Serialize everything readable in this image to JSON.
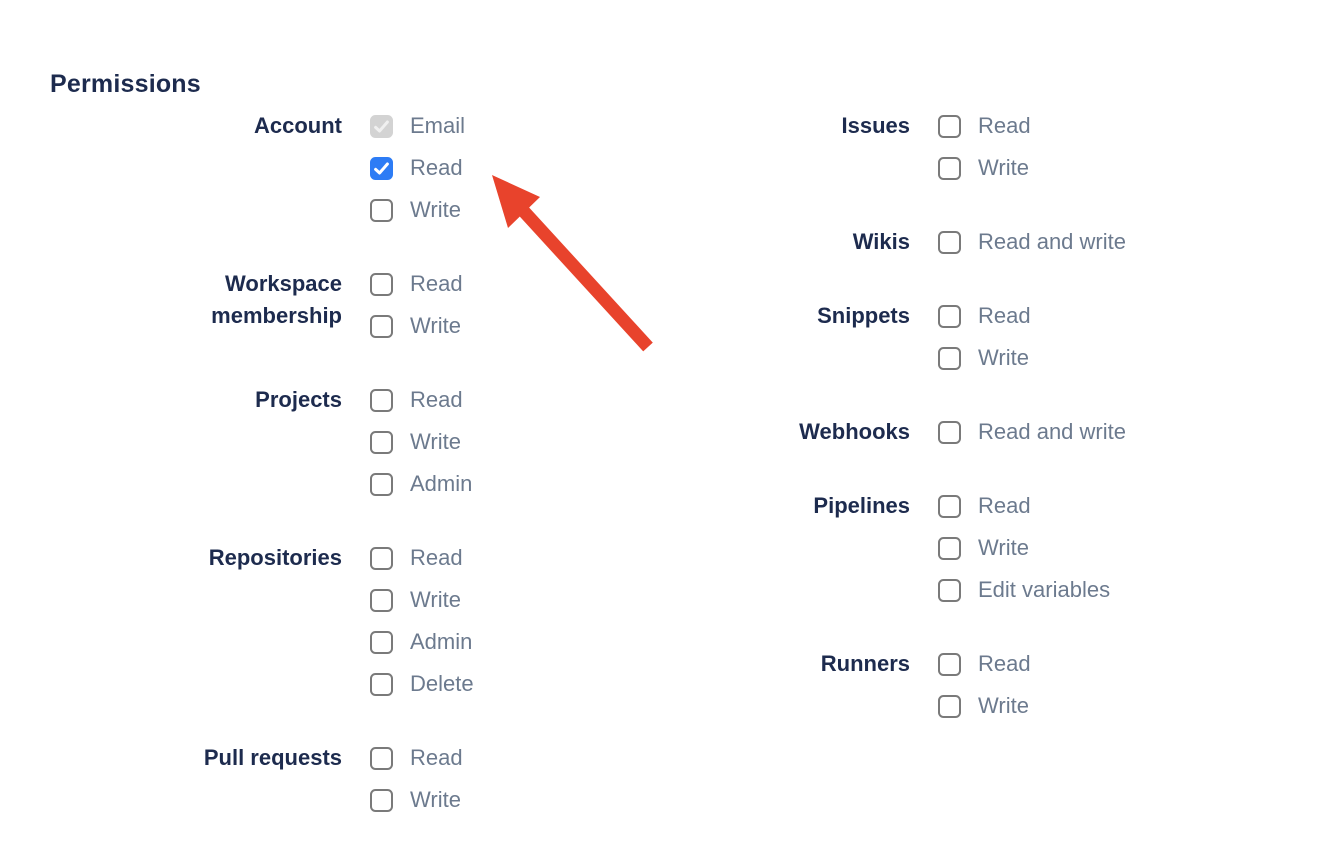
{
  "heading": "Permissions",
  "colors": {
    "heading_text": "#1D2B4E",
    "group_label_text": "#1D2B4E",
    "option_label_text": "#6C7A8E",
    "checkbox_border": "#7A7A7A",
    "checkbox_checked_fill": "#2D7CF5",
    "checkbox_disabled_fill": "#D3D3D3",
    "arrow": "#E8432C"
  },
  "columns": [
    {
      "groups": [
        {
          "label": "Account",
          "options": [
            {
              "label": "Email",
              "state": "disabled-checked"
            },
            {
              "label": "Read",
              "state": "checked"
            },
            {
              "label": "Write",
              "state": "unchecked"
            }
          ]
        },
        {
          "label": "Workspace membership",
          "options": [
            {
              "label": "Read",
              "state": "unchecked"
            },
            {
              "label": "Write",
              "state": "unchecked"
            }
          ]
        },
        {
          "label": "Projects",
          "options": [
            {
              "label": "Read",
              "state": "unchecked"
            },
            {
              "label": "Write",
              "state": "unchecked"
            },
            {
              "label": "Admin",
              "state": "unchecked"
            }
          ]
        },
        {
          "label": "Repositories",
          "options": [
            {
              "label": "Read",
              "state": "unchecked"
            },
            {
              "label": "Write",
              "state": "unchecked"
            },
            {
              "label": "Admin",
              "state": "unchecked"
            },
            {
              "label": "Delete",
              "state": "unchecked"
            }
          ]
        },
        {
          "label": "Pull requests",
          "options": [
            {
              "label": "Read",
              "state": "unchecked"
            },
            {
              "label": "Write",
              "state": "unchecked"
            }
          ]
        }
      ]
    },
    {
      "groups": [
        {
          "label": "Issues",
          "options": [
            {
              "label": "Read",
              "state": "unchecked"
            },
            {
              "label": "Write",
              "state": "unchecked"
            }
          ]
        },
        {
          "label": "Wikis",
          "options": [
            {
              "label": "Read and write",
              "state": "unchecked"
            }
          ]
        },
        {
          "label": "Snippets",
          "options": [
            {
              "label": "Read",
              "state": "unchecked"
            },
            {
              "label": "Write",
              "state": "unchecked"
            }
          ]
        },
        {
          "label": "Webhooks",
          "options": [
            {
              "label": "Read and write",
              "state": "unchecked"
            }
          ]
        },
        {
          "label": "Pipelines",
          "options": [
            {
              "label": "Read",
              "state": "unchecked"
            },
            {
              "label": "Write",
              "state": "unchecked"
            },
            {
              "label": "Edit variables",
              "state": "unchecked"
            }
          ]
        },
        {
          "label": "Runners",
          "options": [
            {
              "label": "Read",
              "state": "unchecked"
            },
            {
              "label": "Write",
              "state": "unchecked"
            }
          ]
        }
      ]
    }
  ],
  "annotation": {
    "type": "red-arrow",
    "points_at": "account-read-checkbox"
  }
}
